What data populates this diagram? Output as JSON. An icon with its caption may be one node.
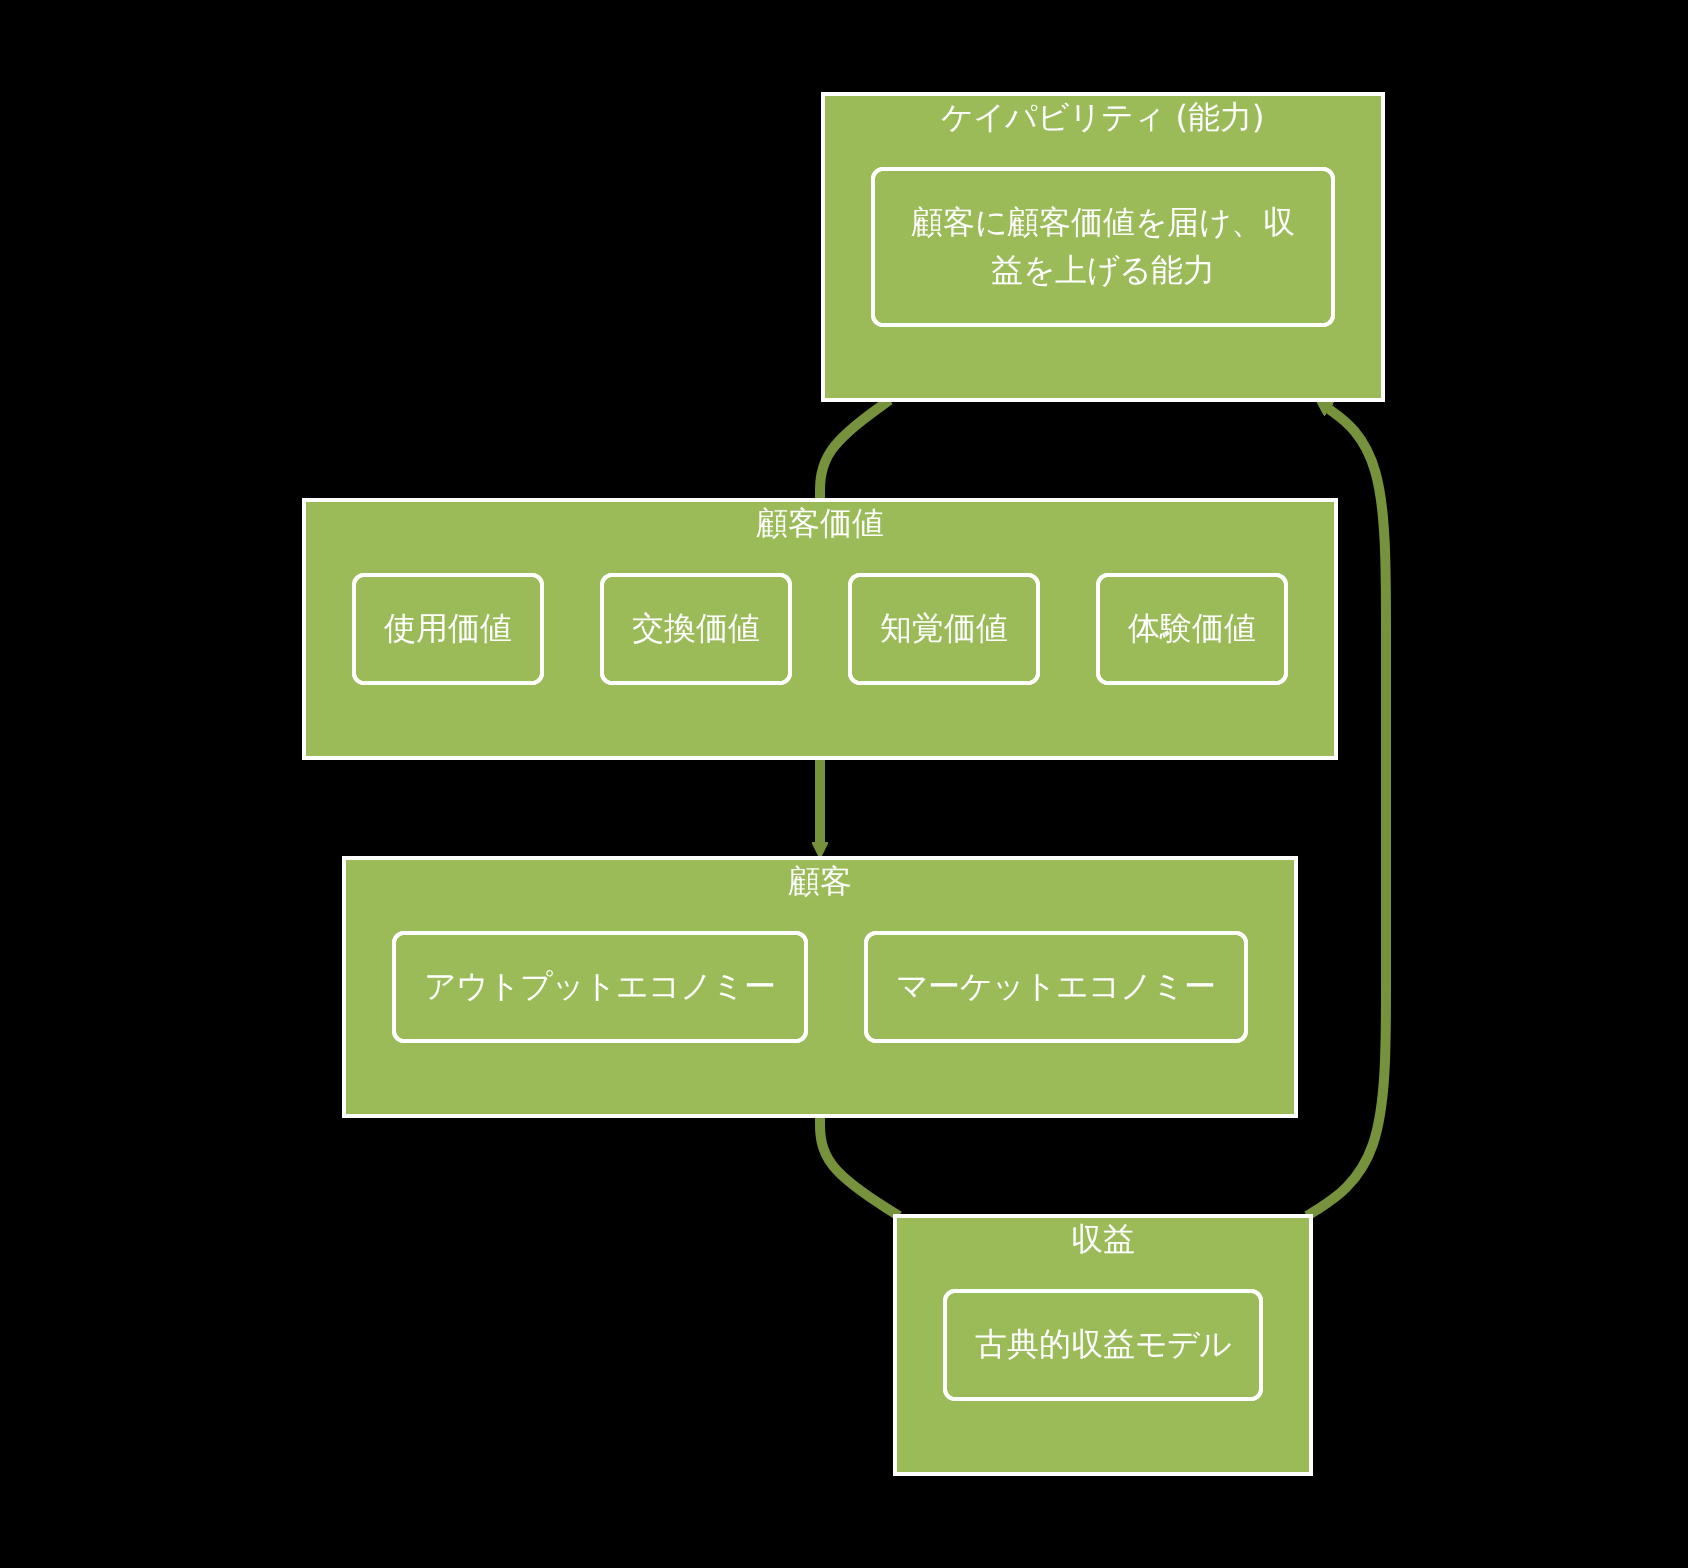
{
  "diagram": {
    "nodes": [
      {
        "text": [
          "顧客"
        ]
      },
      {
        "text": [
          "アウトプットエコノミー"
        ],
        "in": 0
      },
      {
        "text": [
          "マーケットエコノミー"
        ],
        "in": 0
      },
      {
        "text": [
          "顧客価値"
        ]
      },
      {
        "text": [
          "使用価値"
        ],
        "in": 3
      },
      {
        "text": [
          "交換価値"
        ],
        "in": 3
      },
      {
        "text": [
          "知覚価値"
        ],
        "in": 3
      },
      {
        "text": [
          "体験価値"
        ],
        "in": 3
      },
      {
        "text": [
          "収益"
        ]
      },
      {
        "text": [
          "古典的収益モデル"
        ],
        "in": 8
      },
      {
        "text": [
          "ケイパビリティ (能力)"
        ]
      },
      {
        "text": [
          "顧客に顧客価値を届け、収益を上げる能力"
        ],
        "in": 10
      }
    ],
    "edges": [
      {
        "from": 10,
        "to": 3,
        "arrow": "none"
      },
      {
        "from": 3,
        "to": 0,
        "arrow": "to"
      },
      {
        "from": 0,
        "to": 8,
        "arrow": "none"
      },
      {
        "from": 8,
        "to": 10,
        "arrow": "to"
      }
    ]
  }
}
